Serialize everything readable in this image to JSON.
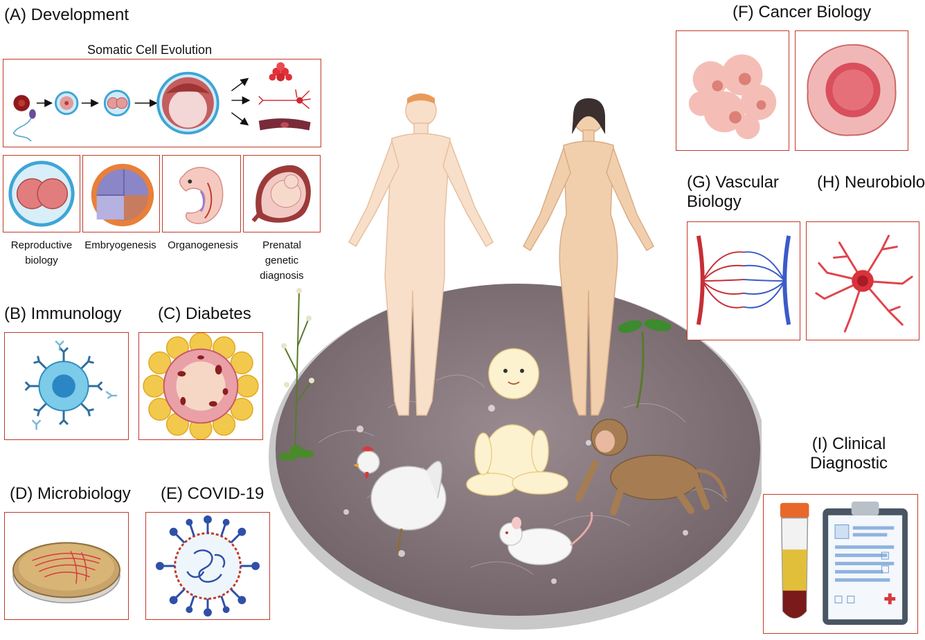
{
  "development": {
    "title": "(A) Development",
    "subtitle": "Somatic Cell Evolution",
    "stages": [
      {
        "label": "Reproductive\nbiology"
      },
      {
        "label": "Embryogenesis"
      },
      {
        "label": "Organogenesis"
      },
      {
        "label": "Prenatal\ngenetic\ndiagnosis"
      }
    ]
  },
  "panels": {
    "immunology": "(B) Immunology",
    "diabetes": "(C) Diabetes",
    "microbiology": "(D) Microbiology",
    "covid": "(E) COVID-19",
    "cancer": "(F) Cancer Biology",
    "vascular": "(G) Vascular\nBiology",
    "neuro": "(H) Neurobiology",
    "clinical": "(I) Clinical\nDiagnostic"
  },
  "colors": {
    "frame": "#c0392b",
    "dish": "#8f7f86",
    "skin": "#f6dcc4",
    "cell_blue": "#3fa5d6",
    "vessel_red": "#c62f36",
    "vessel_blue": "#3b5bc9"
  },
  "icons": [
    "zygote-icon",
    "neuron-icon",
    "antibody-icon",
    "virus-icon",
    "petri-dish-icon",
    "test-tube-icon",
    "clipboard-icon",
    "monkey-icon",
    "mouse-icon",
    "chicken-icon",
    "plant-icon",
    "seedling-icon"
  ]
}
